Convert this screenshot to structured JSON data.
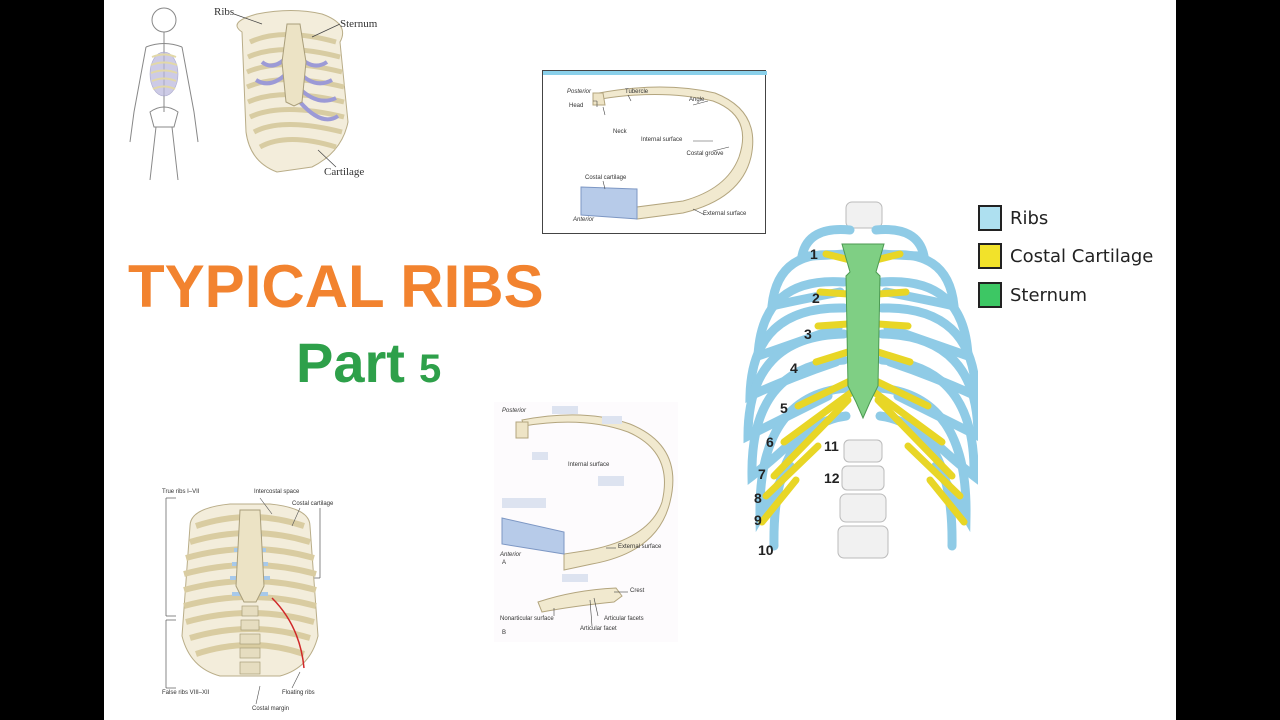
{
  "slide": {
    "title": "TYPICAL RIBS",
    "subtitle_word": "Part",
    "subtitle_number": "5"
  },
  "fig_top_left": {
    "labels": {
      "ribs": "Ribs",
      "sternum": "Sternum",
      "cartilage": "Cartilage"
    }
  },
  "fig_rib_top": {
    "labels": {
      "posterior": "Posterior",
      "tubercle": "Tubercle",
      "head": "Head",
      "angle": "Angle",
      "neck": "Neck",
      "internal_surface": "Internal surface",
      "costal_groove": "Costal groove",
      "costal_cartilage": "Costal cartilage",
      "external_surface": "External surface",
      "anterior": "Anterior"
    }
  },
  "fig_ribcage_color": {
    "legend": [
      {
        "label": "Ribs",
        "color": "#aee0f0"
      },
      {
        "label": "Costal Cartilage",
        "color": "#f2e22a"
      },
      {
        "label": "Sternum",
        "color": "#3dc764"
      }
    ],
    "numbers": [
      "1",
      "2",
      "3",
      "4",
      "5",
      "6",
      "7",
      "8",
      "9",
      "10",
      "11",
      "12"
    ]
  },
  "fig_rib_bottom": {
    "labels": {
      "posterior": "Posterior",
      "internal_surface": "Internal surface",
      "anterior": "Anterior",
      "a": "A",
      "external_surface": "External surface",
      "crest": "Crest",
      "nonarticular_surface": "Nonarticular surface",
      "articular_facets": "Articular facets",
      "articular_facet": "Articular facet",
      "b": "B"
    }
  },
  "fig_bottom_left": {
    "labels": {
      "true_ribs": "True ribs I–VII",
      "intercostal_space": "Intercostal space",
      "costal_cartilage": "Costal cartilage",
      "false_ribs": "False ribs VIII–XII",
      "floating_ribs": "Floating ribs",
      "costal_margin": "Costal margin"
    }
  }
}
